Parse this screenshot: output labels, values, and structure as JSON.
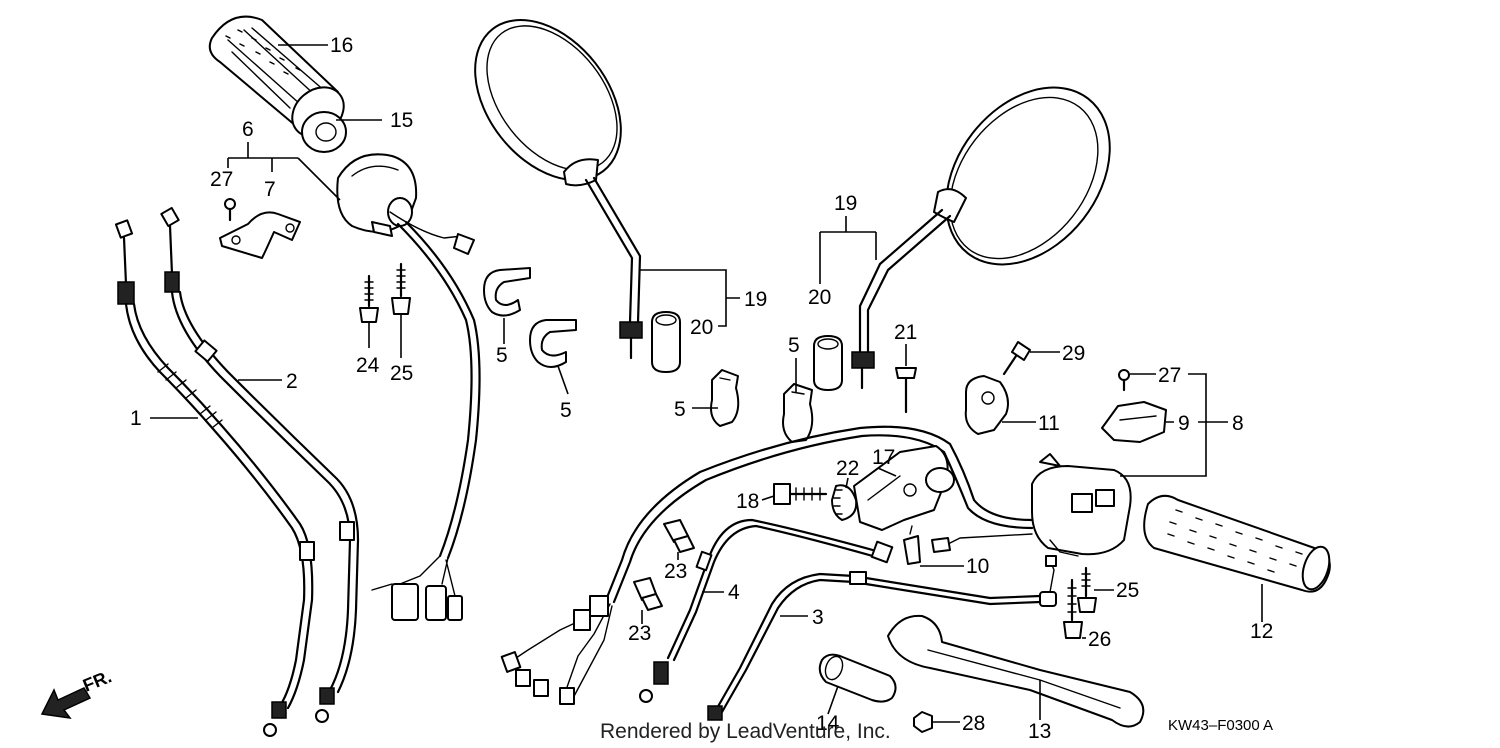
{
  "diagram": {
    "direction_label": "FR.",
    "footer": "Rendered by LeadVenture, Inc.",
    "code": "KW43–F0300 A",
    "parts": [
      {
        "id": "p1",
        "number": "1"
      },
      {
        "id": "p2",
        "number": "2"
      },
      {
        "id": "p3",
        "number": "3"
      },
      {
        "id": "p4",
        "number": "4"
      },
      {
        "id": "p5a",
        "number": "5"
      },
      {
        "id": "p5b",
        "number": "5"
      },
      {
        "id": "p5c",
        "number": "5"
      },
      {
        "id": "p5d",
        "number": "5"
      },
      {
        "id": "p6",
        "number": "6"
      },
      {
        "id": "p7",
        "number": "7"
      },
      {
        "id": "p8",
        "number": "8"
      },
      {
        "id": "p9",
        "number": "9"
      },
      {
        "id": "p10",
        "number": "10"
      },
      {
        "id": "p11",
        "number": "11"
      },
      {
        "id": "p12",
        "number": "12"
      },
      {
        "id": "p13",
        "number": "13"
      },
      {
        "id": "p14",
        "number": "14"
      },
      {
        "id": "p15",
        "number": "15"
      },
      {
        "id": "p16",
        "number": "16"
      },
      {
        "id": "p17",
        "number": "17"
      },
      {
        "id": "p18",
        "number": "18"
      },
      {
        "id": "p19a",
        "number": "19"
      },
      {
        "id": "p19b",
        "number": "19"
      },
      {
        "id": "p20a",
        "number": "20"
      },
      {
        "id": "p20b",
        "number": "20"
      },
      {
        "id": "p21",
        "number": "21"
      },
      {
        "id": "p22",
        "number": "22"
      },
      {
        "id": "p23a",
        "number": "23"
      },
      {
        "id": "p23b",
        "number": "23"
      },
      {
        "id": "p24",
        "number": "24"
      },
      {
        "id": "p25a",
        "number": "25"
      },
      {
        "id": "p25b",
        "number": "25"
      },
      {
        "id": "p26",
        "number": "26"
      },
      {
        "id": "p27a",
        "number": "27"
      },
      {
        "id": "p27b",
        "number": "27"
      },
      {
        "id": "p28",
        "number": "28"
      },
      {
        "id": "p29",
        "number": "29"
      }
    ]
  }
}
